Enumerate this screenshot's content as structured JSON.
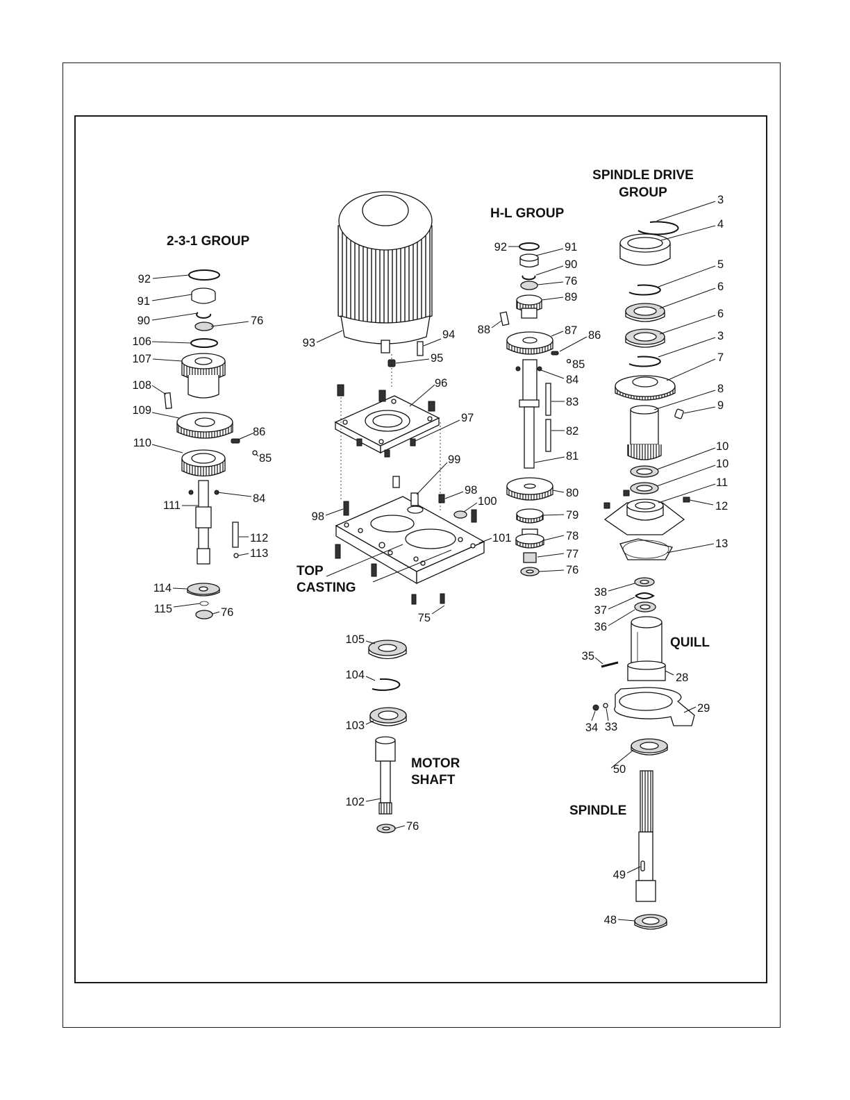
{
  "groups": {
    "group_231": "2-3-1 GROUP",
    "hl_group": "H-L GROUP",
    "spindle_drive_line1": "SPINDLE DRIVE",
    "spindle_drive_line2": "GROUP",
    "top_casting_line1": "TOP",
    "top_casting_line2": "CASTING",
    "motor_shaft_line1": "MOTOR",
    "motor_shaft_line2": "SHAFT",
    "quill": "QUILL",
    "spindle": "SPINDLE"
  },
  "callouts": {
    "c231_92": "92",
    "c231_91": "91",
    "c231_90": "90",
    "c231_76": "76",
    "c231_106": "106",
    "c231_107": "107",
    "c231_108": "108",
    "c231_109": "109",
    "c231_86": "86",
    "c231_110": "110",
    "c231_85": "85",
    "c231_111": "111",
    "c231_84": "84",
    "c231_112": "112",
    "c231_113": "113",
    "c231_114": "114",
    "c231_115": "115",
    "c231_76b": "76",
    "m_93": "93",
    "m_94": "94",
    "m_95": "95",
    "m_96": "96",
    "m_97": "97",
    "m_99": "99",
    "m_98a": "98",
    "m_100": "100",
    "m_98b": "98",
    "m_101": "101",
    "m_75": "75",
    "ms_105": "105",
    "ms_104": "104",
    "ms_103": "103",
    "ms_102": "102",
    "ms_76": "76",
    "hl_92": "92",
    "hl_91": "91",
    "hl_90": "90",
    "hl_76": "76",
    "hl_89": "89",
    "hl_88": "88",
    "hl_87": "87",
    "hl_86": "86",
    "hl_85": "85",
    "hl_84": "84",
    "hl_83": "83",
    "hl_82": "82",
    "hl_81": "81",
    "hl_80": "80",
    "hl_79": "79",
    "hl_78": "78",
    "hl_77": "77",
    "hl_76b": "76",
    "sd_3": "3",
    "sd_4": "4",
    "sd_5": "5",
    "sd_6a": "6",
    "sd_6b": "6",
    "sd_3b": "3",
    "sd_7": "7",
    "sd_8": "8",
    "sd_9": "9",
    "sd_10a": "10",
    "sd_10b": "10",
    "sd_11": "11",
    "sd_12": "12",
    "sd_13": "13",
    "q_38": "38",
    "q_37": "37",
    "q_36": "36",
    "q_35": "35",
    "q_28": "28",
    "q_29": "29",
    "q_34": "34",
    "q_33": "33",
    "s_50": "50",
    "s_49": "49",
    "s_48": "48"
  }
}
